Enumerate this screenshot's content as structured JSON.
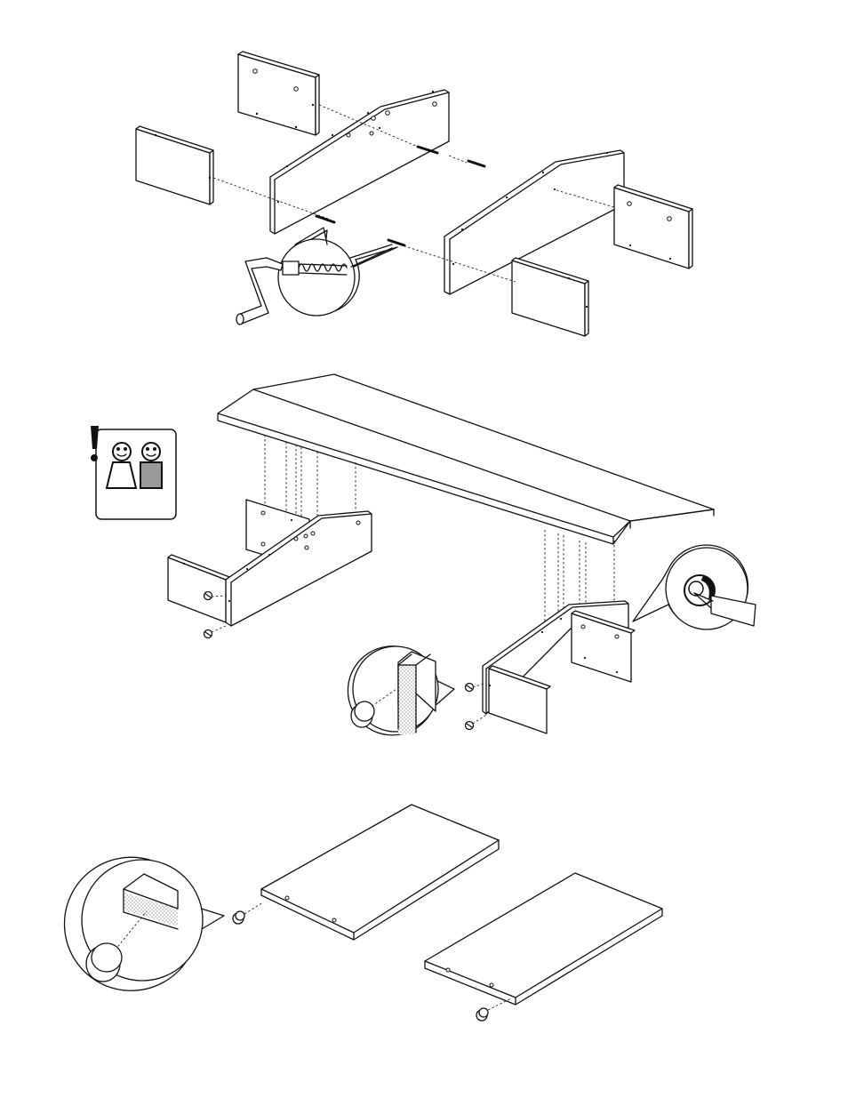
{
  "page": {
    "background": "#ffffff",
    "line_color": "#111111"
  },
  "steps": [
    {
      "name": "step-1",
      "icons": [
        "panel-icon",
        "cam-bolt-icon",
        "hex-key-icon"
      ]
    },
    {
      "name": "step-2",
      "icons": [
        "two-person-warning-icon",
        "cam-lock-icon",
        "screwdriver-icon"
      ]
    },
    {
      "name": "step-3",
      "icons": [
        "shelf-icon",
        "shelf-pin-icon"
      ]
    }
  ]
}
